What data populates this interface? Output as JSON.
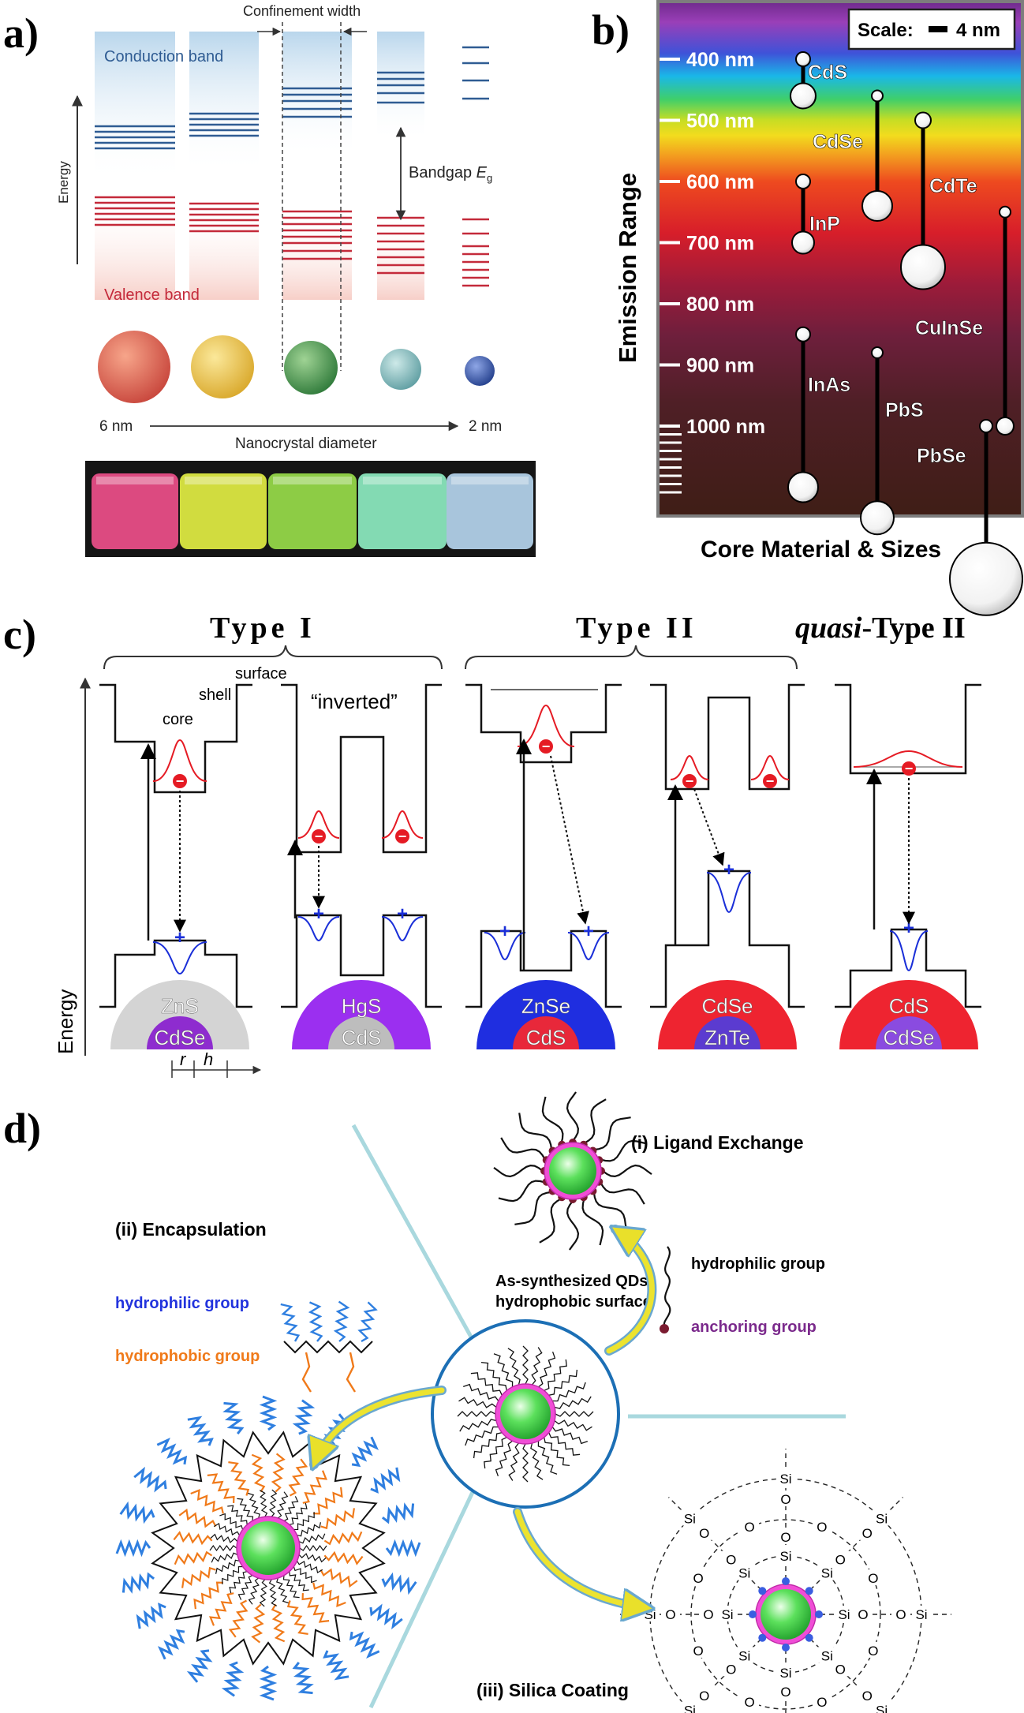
{
  "panel_a": {
    "label": "a)",
    "confinement": "Confinement width",
    "conduction": "Conduction band",
    "valence": "Valence band",
    "energy": "Energy",
    "bandgap": "Bandgap ",
    "bandgap_sym": "E",
    "bandgap_sub": "g",
    "size_large": "6 nm",
    "size_small": "2 nm",
    "diameter": "Nanocrystal diameter",
    "sphere_colors": [
      "#d9534a",
      "#e8c33f",
      "#4f9a52",
      "#7fb7b8",
      "#3d5a9e"
    ],
    "vial_colors": [
      "#f2508c",
      "#e6f244",
      "#9ae04a",
      "#8ff0c4",
      "#b8d8f2"
    ]
  },
  "panel_b": {
    "label": "b)",
    "scale": "Scale:",
    "scale_value": "4 nm",
    "ylabel": "Emission Range",
    "xlabel": "Core Material & Sizes",
    "ticks": [
      "400 nm",
      "500 nm",
      "600 nm",
      "700 nm",
      "800 nm",
      "900 nm",
      "1000 nm"
    ],
    "materials": [
      {
        "name": "CdS",
        "range": [
          400,
          460
        ]
      },
      {
        "name": "CdSe",
        "range": [
          460,
          640
        ]
      },
      {
        "name": "CdTe",
        "range": [
          500,
          740
        ]
      },
      {
        "name": "InP",
        "range": [
          600,
          700
        ]
      },
      {
        "name": "CuInSe",
        "range": [
          650,
          1000
        ]
      },
      {
        "name": "InAs",
        "range": [
          850,
          1100
        ]
      },
      {
        "name": "PbS",
        "range": [
          880,
          1150
        ]
      },
      {
        "name": "PbSe",
        "range": [
          1000,
          1250
        ]
      }
    ]
  },
  "panel_c": {
    "label": "c)",
    "type1": "Type I",
    "type2": "Type II",
    "quasi_italic": "quasi",
    "quasi_rest": "-Type II",
    "surface": "surface",
    "shell": "shell",
    "core": "core",
    "inverted": "“inverted”",
    "energy": "Energy",
    "r": "r",
    "h": "h",
    "electron": "−",
    "hole": "+",
    "structures": [
      {
        "shell": "ZnS",
        "core": "CdSe",
        "shell_color": "#d4d4d4",
        "core_color": "#8e2ccf"
      },
      {
        "shell": "HgS",
        "core": "CdS",
        "shell_color": "#9b2ff0",
        "core_color": "#bdbdbd"
      },
      {
        "shell": "ZnSe",
        "core": "CdS",
        "shell_color": "#1f2ee0",
        "core_color": "#e8283a"
      },
      {
        "shell": "CdSe",
        "core": "ZnTe",
        "shell_color": "#ee2430",
        "core_color": "#5b3bd0"
      },
      {
        "shell": "CdS",
        "core": "CdSe",
        "shell_color": "#ee2430",
        "core_color": "#8a4be0"
      }
    ]
  },
  "panel_d": {
    "label": "d)",
    "ligand_exchange": "(i) Ligand Exchange",
    "encapsulation": "(ii) Encapsulation",
    "silica": "(iii) Silica Coating",
    "as_synth_1": "As-synthesized QDs",
    "as_synth_2": "hydrophobic surface",
    "hydrophilic": "hydrophilic group",
    "anchoring": "anchoring group",
    "hydrophilic2": "hydrophilic group",
    "hydrophobic": "hydrophobic group",
    "si": "Si",
    "o": "O"
  }
}
